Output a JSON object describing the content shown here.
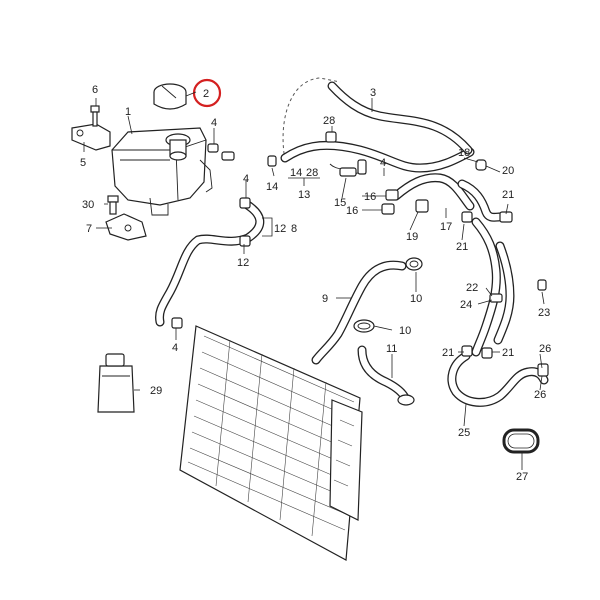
{
  "callouts": {
    "c1": "1",
    "c2": "2",
    "c3": "3",
    "c4a": "4",
    "c4b": "4",
    "c4c": "4",
    "c4d": "4",
    "c5": "5",
    "c6": "6",
    "c7": "7",
    "c8": "8",
    "c9": "9",
    "c10a": "10",
    "c10b": "10",
    "c11": "11",
    "c12a": "12",
    "c12b": "12",
    "c13": "13",
    "c14a": "14",
    "c14b": "14",
    "c15": "15",
    "c16a": "16",
    "c16b": "16",
    "c17": "17",
    "c18": "18",
    "c19": "19",
    "c20": "20",
    "c21a": "21",
    "c21b": "21",
    "c21c": "21",
    "c21d": "21",
    "c22": "22",
    "c23": "23",
    "c24": "24",
    "c25": "25",
    "c26a": "26",
    "c26b": "26",
    "c27": "27",
    "c28a": "28",
    "c28b": "28",
    "c29": "29",
    "c30": "30"
  },
  "highlight_color": "#d42020"
}
